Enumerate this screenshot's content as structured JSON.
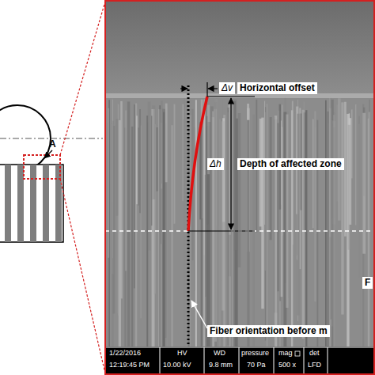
{
  "diagram": {
    "labels": [
      "A",
      "Δv",
      "Horizontal offset",
      "Δh",
      "Depth of affected zone",
      "F",
      "Fiber orientation before m",
      "1/22/2016",
      "12:19:45 PM",
      "HV",
      "10.00 kV",
      "WD",
      "9.8 mm",
      "pressure",
      "70 Pa",
      "mag",
      "500 x",
      "det",
      "LFD"
    ]
  }
}
